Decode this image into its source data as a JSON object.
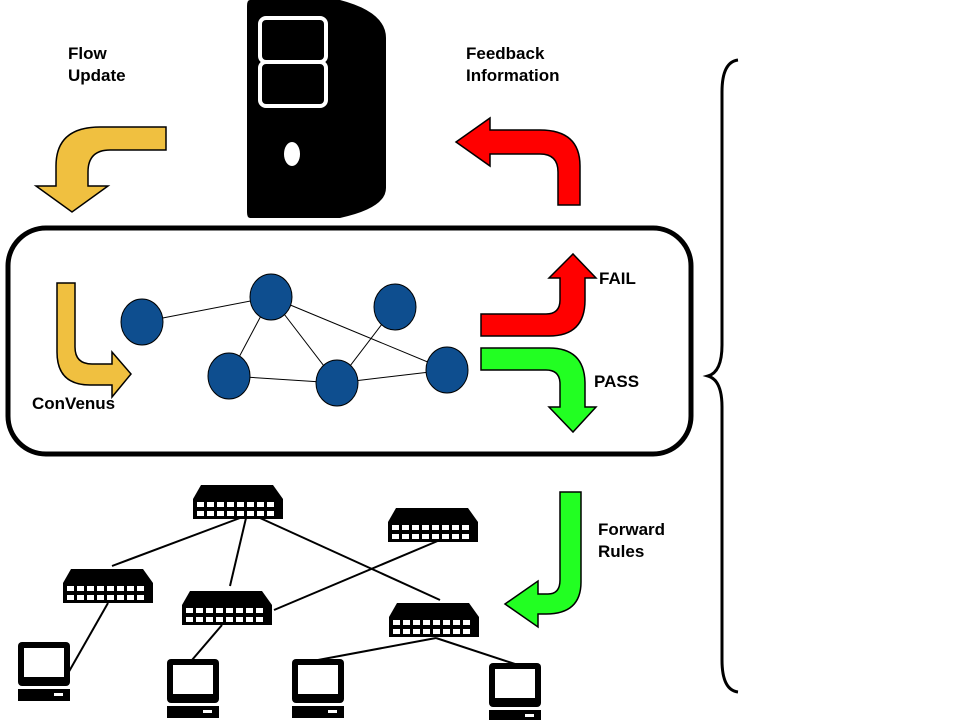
{
  "labels": {
    "flow_update": [
      "Flow",
      "Update"
    ],
    "feedback": [
      "Feedback",
      "Information"
    ],
    "fail": "FAIL",
    "pass": "PASS",
    "convenus": "ConVenus",
    "forward_rules": [
      "Forward",
      "Rules"
    ]
  },
  "colors": {
    "yellow_arrow": "#F0C040",
    "red_arrow": "#FF0000",
    "green_arrow": "#22FF22",
    "node_fill": "#0E4E8F",
    "background": "#FFFFFF",
    "ink": "#000000"
  },
  "icons": {
    "server": "server-tower-icon",
    "switch": "network-switch-icon",
    "computer": "computer-monitor-icon"
  }
}
